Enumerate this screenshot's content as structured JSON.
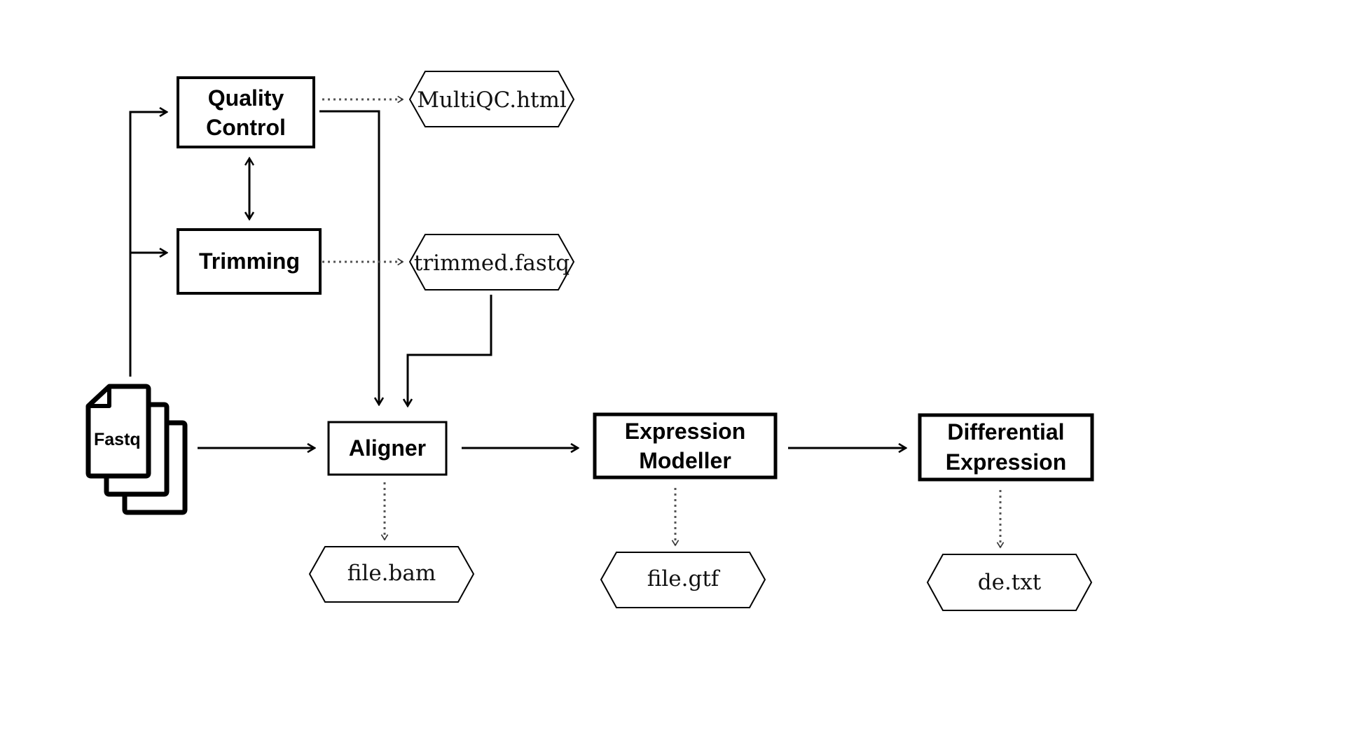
{
  "diagram": {
    "processes": {
      "quality_control": [
        "Quality",
        "Control"
      ],
      "trimming": "Trimming",
      "aligner": "Aligner",
      "expression_modeller": [
        "Expression",
        "Modeller"
      ],
      "differential_expression": [
        "Differential",
        "Expression"
      ]
    },
    "input_icon": {
      "label": "Fastq",
      "icon": "stacked-documents-icon"
    },
    "outputs": {
      "multiqc": "MultiQC.html",
      "trimmed": "trimmed.fastq",
      "bam": "file.bam",
      "gtf": "file.gtf",
      "de": "de.txt"
    },
    "colors": {
      "stroke": "#000000",
      "dotted": "#555555",
      "background": "#ffffff"
    }
  }
}
